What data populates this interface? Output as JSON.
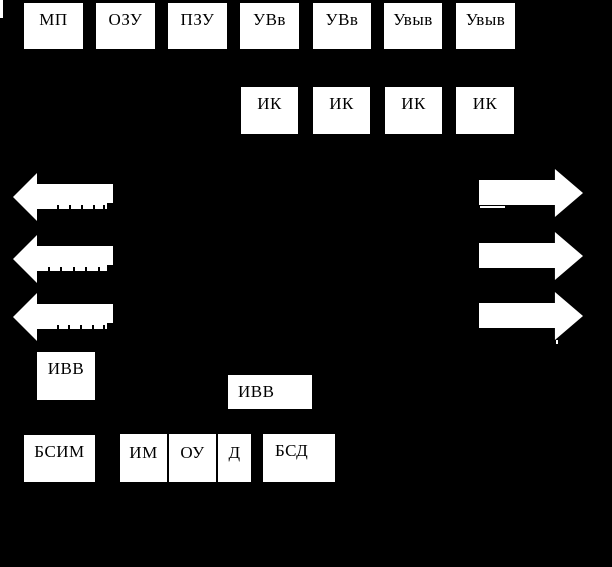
{
  "colors": {
    "background": "#000000",
    "block_fill": "#ffffff",
    "block_text": "#000000",
    "arrow_fill": "#ffffff"
  },
  "blocks": {
    "top_row": [
      {
        "label": "МП"
      },
      {
        "label": "ОЗУ"
      },
      {
        "label": "ПЗУ"
      },
      {
        "label": "УВв"
      },
      {
        "label": "УВв"
      },
      {
        "label": "Увыв"
      },
      {
        "label": "Увыв"
      }
    ],
    "interface_row": [
      {
        "label": "ИК"
      },
      {
        "label": "ИК"
      },
      {
        "label": "ИК"
      },
      {
        "label": "ИК"
      }
    ],
    "io_left": {
      "label": "ИВВ"
    },
    "io_center": {
      "label": "ИВВ"
    },
    "bsim": {
      "label": "БСИМ"
    },
    "cluster_row": [
      {
        "label": "ИМ"
      },
      {
        "label": "ОУ"
      },
      {
        "label": "Д"
      }
    ],
    "bsd": {
      "label": "БСД"
    }
  },
  "arrows": {
    "left_count": 3,
    "right_count": 3
  }
}
